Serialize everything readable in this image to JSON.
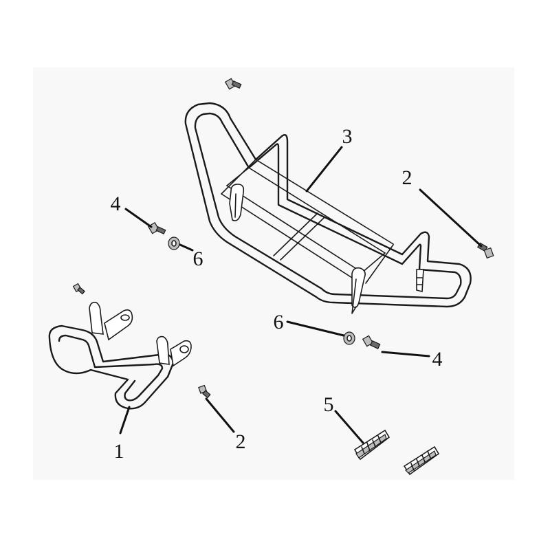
{
  "diagram": {
    "callouts": {
      "part_1": "1",
      "part_2_upper": "2",
      "part_2_lower": "2",
      "part_3": "3",
      "part_4_upper": "4",
      "part_4_lower": "4",
      "part_5": "5",
      "part_6_upper": "6",
      "part_6_lower": "6"
    }
  }
}
